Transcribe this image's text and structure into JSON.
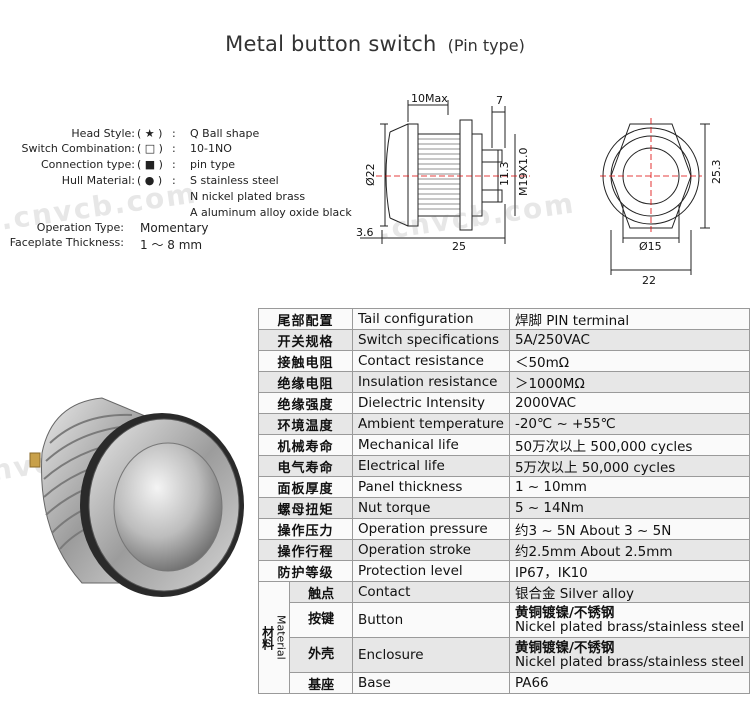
{
  "title": {
    "main": "Metal button switch",
    "sub": "(Pin type)"
  },
  "specs": [
    {
      "label": "Head Style:",
      "symbol": "( ★ )",
      "value": "Q Ball shape"
    },
    {
      "label": "Switch Combination:",
      "symbol": "( □ )",
      "value": "10-1NO"
    },
    {
      "label": "Connection type:",
      "symbol": "( ■ )",
      "value": "pin type"
    },
    {
      "label": "Hull Material:",
      "symbol": "( ● )",
      "value": "S stainless steel"
    },
    {
      "label": "",
      "symbol": "",
      "value": "N nickel plated brass"
    },
    {
      "label": "",
      "symbol": "",
      "value": "A aluminum alloy oxide black"
    }
  ],
  "operation": {
    "type_label": "Operation Type:",
    "type_value": "Momentary",
    "thickness_label": "Faceplate Thickness:",
    "thickness_value": "1 ～ 8 mm"
  },
  "drawing_dims": {
    "d_10max": "10Max",
    "d_7": "7",
    "d_22": "Ø22",
    "d_11_3": "11.3",
    "d_m19": "M19X1.0",
    "d_3_6": "3.6",
    "d_25": "25",
    "d_25_3": "25.3",
    "d_15": "Ø15",
    "d_22_bottom": "22"
  },
  "watermark": ".cnvcb.com",
  "table": {
    "rows": [
      {
        "cn": "尾部配置",
        "en": "Tail configuration",
        "val": "焊脚  PIN terminal"
      },
      {
        "cn": "开关规格",
        "en": "Switch specifications",
        "val": "5A/250VAC"
      },
      {
        "cn": "接触电阻",
        "en": "Contact resistance",
        "val": "＜50mΩ"
      },
      {
        "cn": "绝缘电阻",
        "en": "Insulation resistance",
        "val": "＞1000MΩ"
      },
      {
        "cn": "绝缘强度",
        "en": "Dielectric Intensity",
        "val": "2000VAC"
      },
      {
        "cn": "环境温度",
        "en": "Ambient temperature",
        "val": "-20℃ ~ +55℃"
      },
      {
        "cn": "机械寿命",
        "en": "Mechanical life",
        "val": "50万次以上 500,000 cycles"
      },
      {
        "cn": "电气寿命",
        "en": "Electrical life",
        "val": "5万次以上 50,000  cycles"
      },
      {
        "cn": "面板厚度",
        "en": "Panel thickness",
        "val": "1 ~ 10mm"
      },
      {
        "cn": "螺母扭矩",
        "en": "Nut torque",
        "val": "5 ~ 14Nm"
      },
      {
        "cn": "操作压力",
        "en": "Operation pressure",
        "val": "约3 ~ 5N About 3 ~ 5N"
      },
      {
        "cn": "操作行程",
        "en": "Operation stroke",
        "val": "约2.5mm About 2.5mm"
      },
      {
        "cn": "防护等级",
        "en": "Protection level",
        "val": "IP67，IK10"
      }
    ],
    "material": {
      "head_cn": "材料",
      "head_en": "Material",
      "rows": [
        {
          "cn": "触点",
          "en": "Contact",
          "val1": "银合金 Silver alloy",
          "val2": ""
        },
        {
          "cn": "按键",
          "en": "Button",
          "val1": "黄铜镀镍/不锈钢",
          "val2": "Nickel plated brass/stainless steel"
        },
        {
          "cn": "外壳",
          "en": "Enclosure",
          "val1": "黄铜镀镍/不锈钢",
          "val2": "Nickel plated brass/stainless steel"
        },
        {
          "cn": "基座",
          "en": "Base",
          "val1": "PA66",
          "val2": ""
        }
      ]
    }
  }
}
